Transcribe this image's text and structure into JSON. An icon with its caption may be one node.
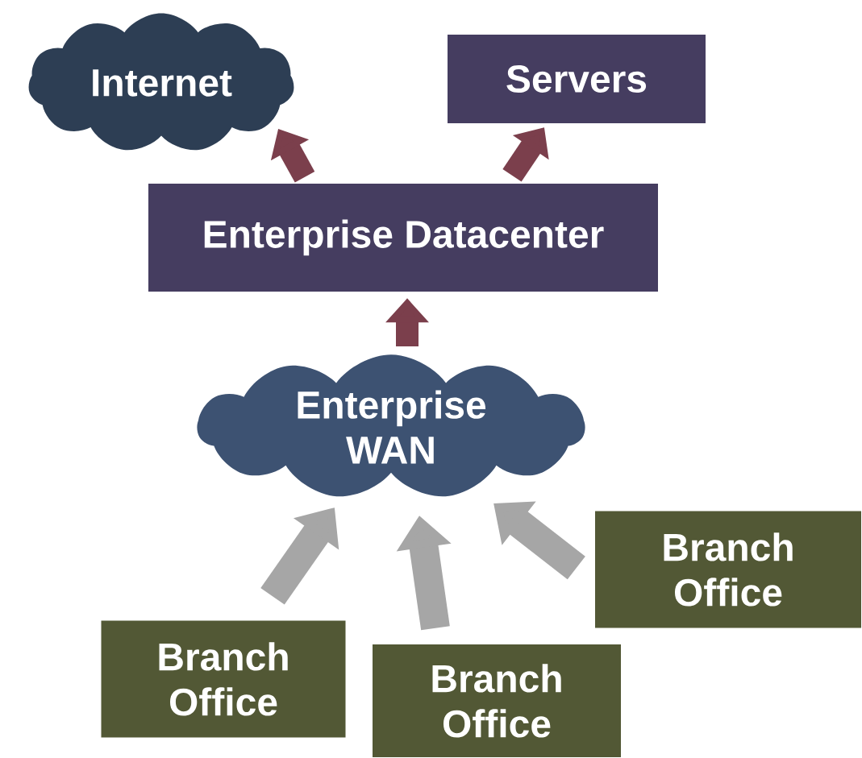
{
  "diagram": {
    "nodes": [
      {
        "text": [
          "Internet"
        ]
      },
      {
        "text": [
          "Servers"
        ]
      },
      {
        "text": [
          "Enterprise Datacenter"
        ]
      },
      {
        "text": [
          "Enterprise WAN"
        ]
      },
      {
        "text": [
          "Branch Office"
        ]
      },
      {
        "text": [
          "Branch Office"
        ]
      },
      {
        "text": [
          "Branch Office"
        ]
      }
    ],
    "edges": [
      {
        "from": 2,
        "to": 0,
        "arrow": "to",
        "color": "#7b3f4c"
      },
      {
        "from": 2,
        "to": 1,
        "arrow": "to",
        "color": "#7b3f4c"
      },
      {
        "from": 3,
        "to": 2,
        "arrow": "to",
        "color": "#7b3f4c"
      },
      {
        "from": 4,
        "to": 3,
        "arrow": "to",
        "color": "#a6a6a6"
      },
      {
        "from": 5,
        "to": 3,
        "arrow": "to",
        "color": "#a6a6a6"
      },
      {
        "from": 6,
        "to": 3,
        "arrow": "to",
        "color": "#a6a6a6"
      }
    ]
  }
}
